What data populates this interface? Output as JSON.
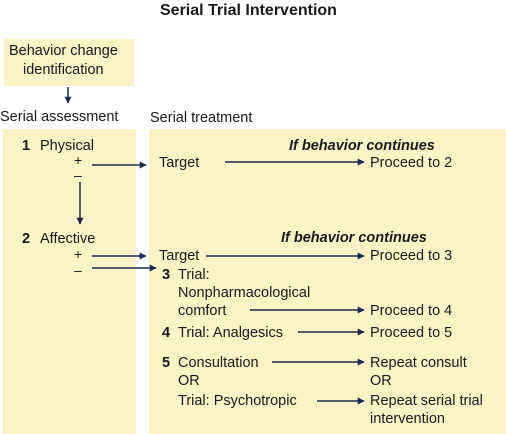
{
  "title": "Serial Trial Intervention",
  "top_box": {
    "line1": "Behavior change",
    "line2": "identification"
  },
  "left_header": "Serial assessment",
  "right_header": "Serial treatment",
  "step1": {
    "num": "1",
    "label": "Physical",
    "plus": "+",
    "minus": "–"
  },
  "step2": {
    "num": "2",
    "label": "Affective",
    "plus": "+",
    "minus": "–"
  },
  "row1": {
    "target": "Target",
    "continues": "If behavior continues",
    "proceed": "Proceed to 2"
  },
  "row2": {
    "target": "Target",
    "continues": "If behavior continues",
    "proceed": "Proceed to 3"
  },
  "row3": {
    "num": "3",
    "line1": "Trial:",
    "line2": "Nonpharmacological",
    "line3": "comfort",
    "proceed": "Proceed to 4"
  },
  "row4": {
    "num": "4",
    "label": "Trial: Analgesics",
    "proceed": "Proceed to 5"
  },
  "row5": {
    "num": "5",
    "line1": "Consultation",
    "line2": "OR",
    "line3": "Trial: Psychotropic",
    "r1": "Repeat consult",
    "r2": "OR",
    "r3": "Repeat serial trial",
    "r4": "intervention"
  },
  "colors": {
    "panel": "#fbf2c6",
    "arrow": "#1a2a4a",
    "text": "#1a1a1a"
  }
}
